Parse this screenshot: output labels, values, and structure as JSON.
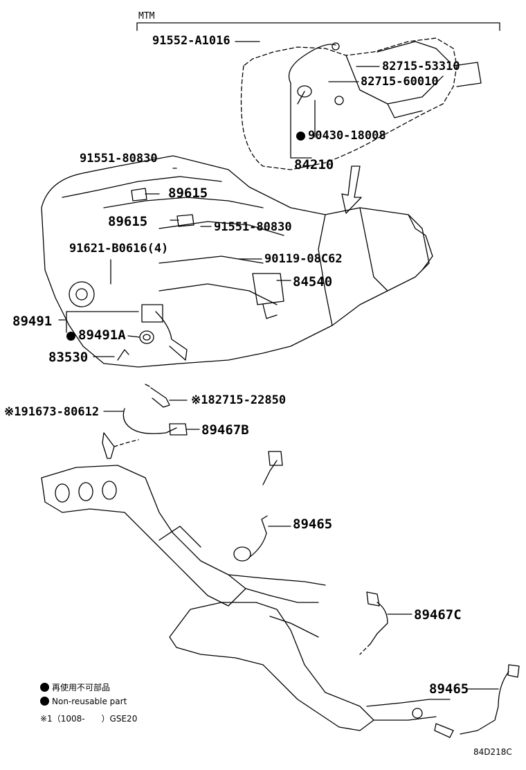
{
  "header": {
    "variant_label": "MTM"
  },
  "parts": {
    "p91552": "91552-A1016",
    "p82715_53310": "82715-53310",
    "p82715_60010": "82715-60010",
    "p90430": "90430-18008",
    "p84210": "84210",
    "p91551_top": "91551-80830",
    "p89615_a": "89615",
    "p89615_b": "89615",
    "p91551_mid": "91551-80830",
    "p91621": "91621-B0616(4)",
    "p90119": "90119-08C62",
    "p84540": "84540",
    "p89491": "89491",
    "p89491A": "89491A",
    "p83530": "83530",
    "p82715_22850": "82715-22850",
    "p91673": "91673-80612",
    "p89467B": "89467B",
    "p89465_a": "89465",
    "p89467C": "89467C",
    "p89465_b": "89465"
  },
  "notes": {
    "ref_mark": "※1",
    "legend_jp": "再使用不可部品",
    "legend_en": "Non-reusable part",
    "legend_ref": "※1（1008-　　）GSE20"
  },
  "footer": {
    "diagram_code": "84D218C"
  }
}
